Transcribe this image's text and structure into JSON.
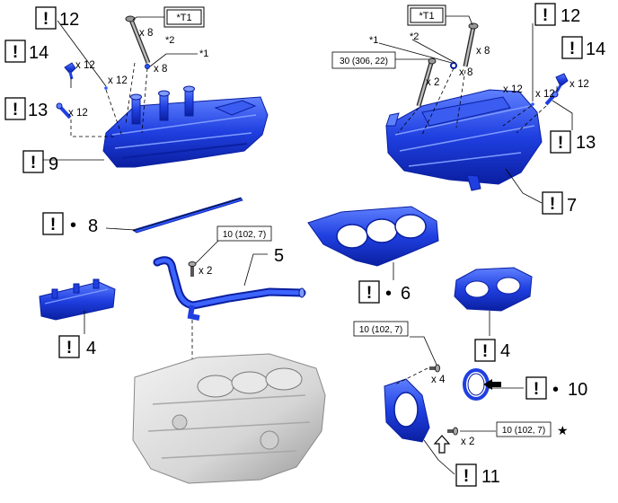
{
  "colors": {
    "part_blue": "#1f3fe0",
    "part_blue_dark": "#0a1fa0",
    "part_blue_light": "#5f80ff",
    "block_gray": "#d6d6d6",
    "block_gray_dark": "#9a9a9a",
    "outline": "#000000"
  },
  "icons": [
    "exclamation-box-icon",
    "star-icon",
    "arrow-icon"
  ],
  "left_head": {
    "item_12": "12",
    "item_14": "14",
    "item_13": "13",
    "item_9": "9",
    "cnt_14": "x 12",
    "cnt_12": "x 12",
    "cnt_13": "x 12",
    "cnt_bolt": "x 8",
    "cnt_washer": "x 8",
    "note_t1": "*T1",
    "note_2": "*2",
    "note_1": "*1"
  },
  "right_head": {
    "item_12": "12",
    "item_14": "14",
    "item_13": "13",
    "item_7": "7",
    "cnt_14": "x 12",
    "cnt_12a": "x 12",
    "cnt_12b": "x 12",
    "cnt_bolt": "x 8",
    "cnt_washer": "x 8",
    "cnt_stud": "x 2",
    "note_t1": "*T1",
    "note_1": "*1",
    "note_2": "*2",
    "torque_stud": "30 (306, 22)"
  },
  "middle": {
    "item_8": "8",
    "item_5": "5",
    "item_6": "6",
    "item_4_left": "4",
    "item_4_right": "4",
    "bullet": "•",
    "torque_pipe": "10 (102, 7)",
    "cnt_pipe": "x 2"
  },
  "lower_right": {
    "torque_plate_top": "10 (102, 7)",
    "cnt_plate_top": "x 4",
    "torque_plate_bottom": "10 (102, 7)",
    "cnt_plate_bottom": "x 2",
    "item_10": "10",
    "item_11": "11",
    "bullet": "•",
    "star": "★"
  }
}
